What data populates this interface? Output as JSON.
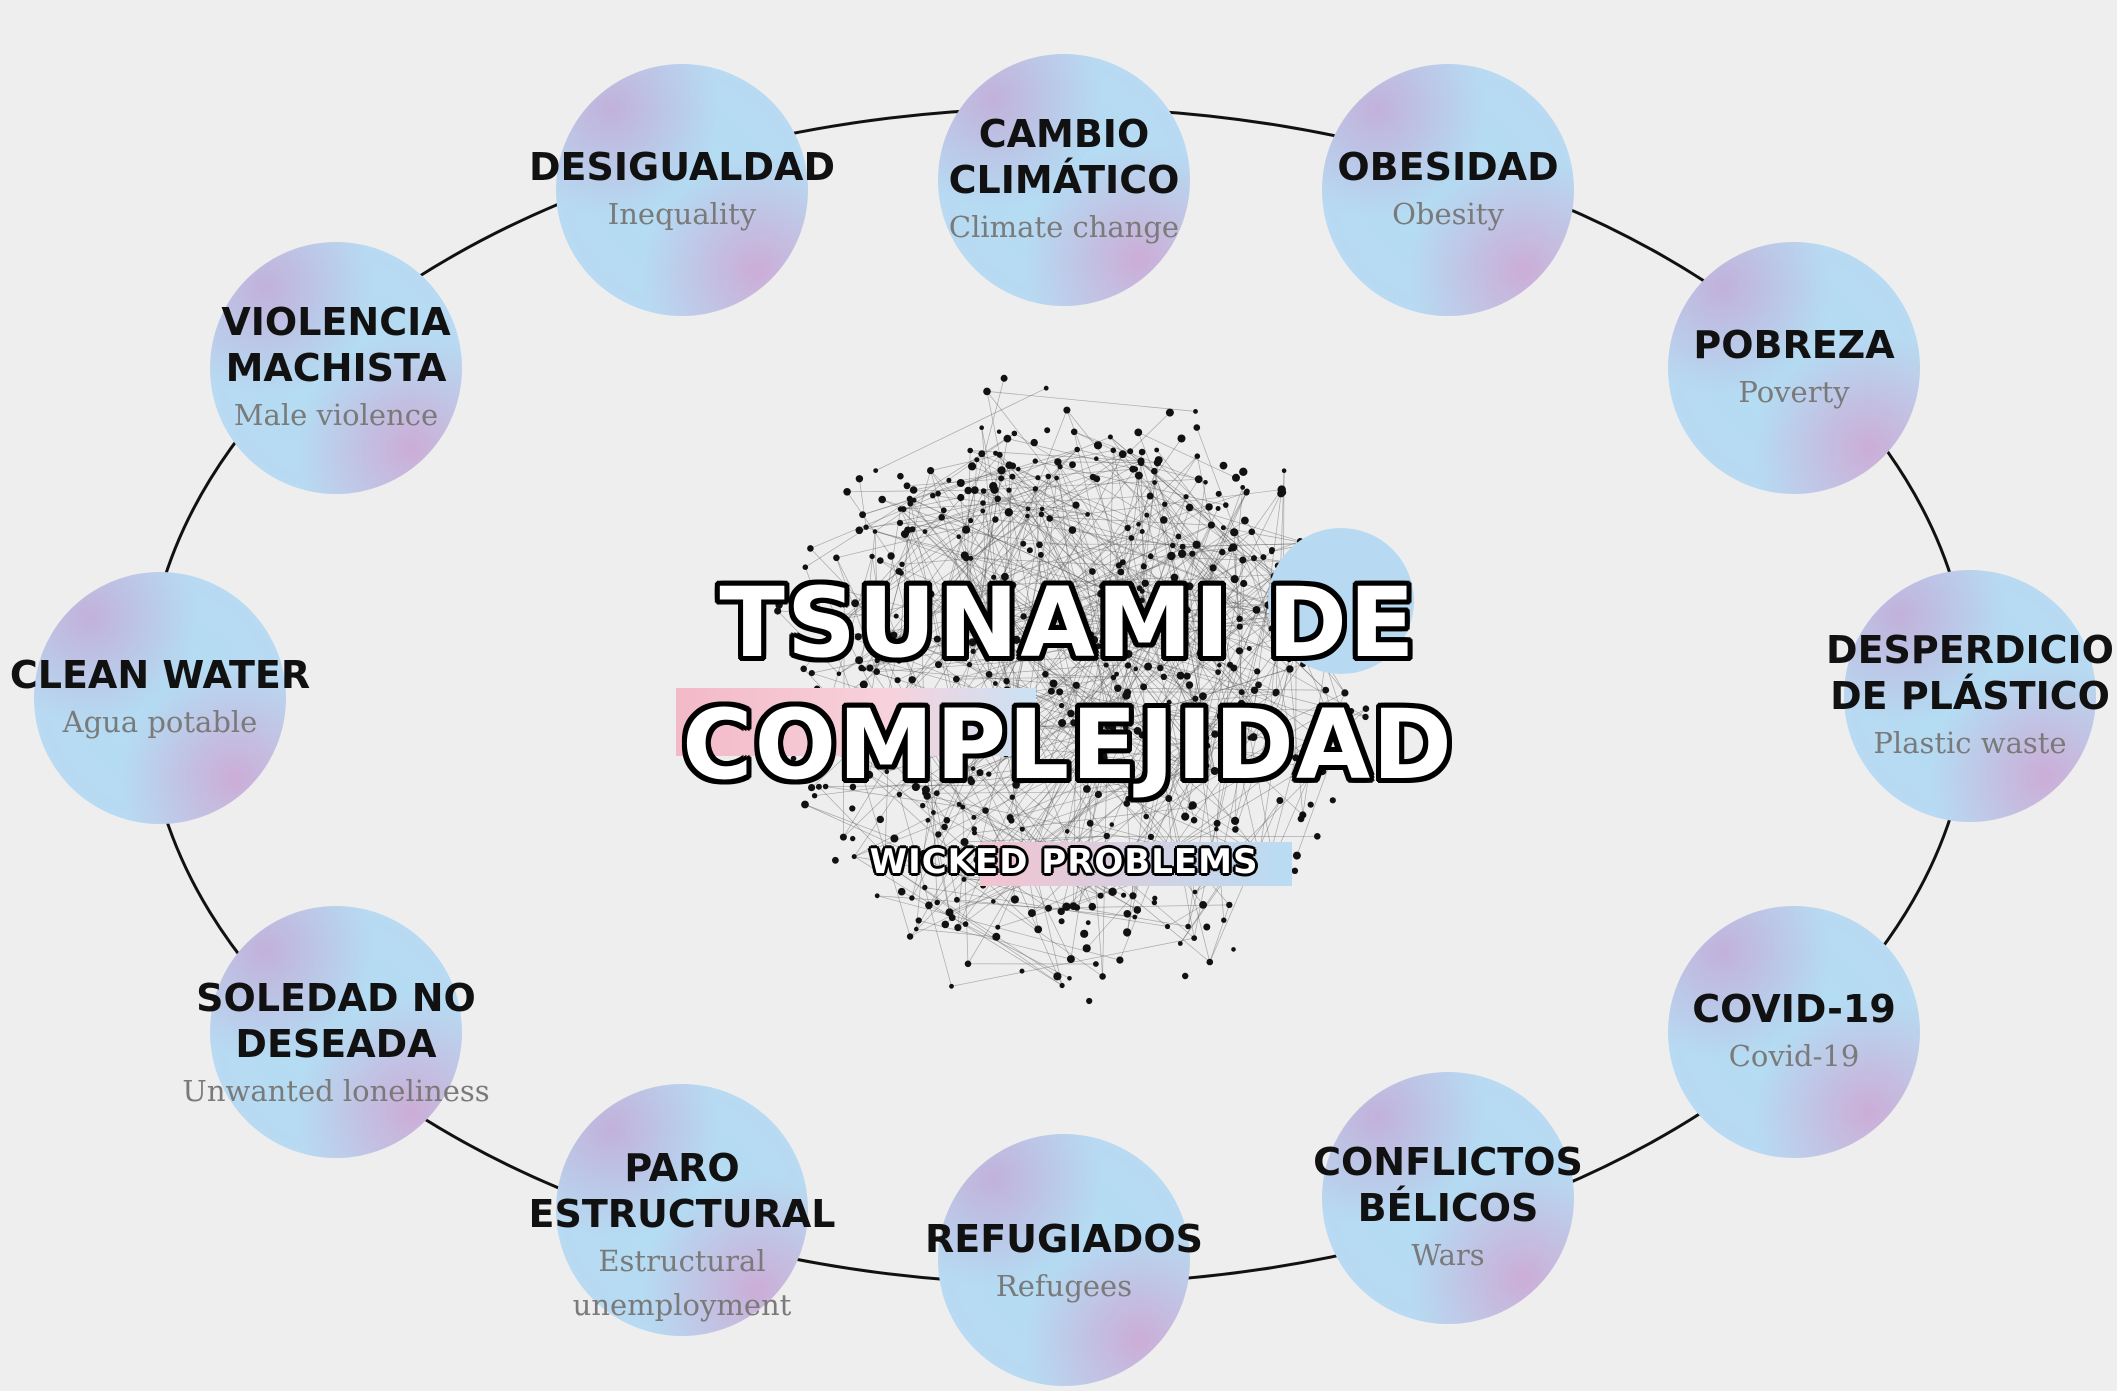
{
  "title": {
    "line1": "TSUNAMI DE",
    "line2": "COMPLEJIDAD",
    "subtitle": "WICKED PROBLEMS"
  },
  "colors": {
    "background": "#eeeeee",
    "circle_blue": "#b3dcf3",
    "circle_violet": "#c8a8d8",
    "accent_pink": "#f3b9c8",
    "accent_blue": "#b3dcf3",
    "text_main": "#111111",
    "text_sub": "#7a7a7a"
  },
  "problems": [
    {
      "es": "CAMBIO\nCLIMÁTICO",
      "en": "Climate change"
    },
    {
      "es": "OBESIDAD",
      "en": "Obesity"
    },
    {
      "es": "POBREZA",
      "en": "Poverty"
    },
    {
      "es": "DESPERDICIO\nDE PLÁSTICO",
      "en": "Plastic waste"
    },
    {
      "es": "COVID-19",
      "en": "Covid-19"
    },
    {
      "es": "CONFLICTOS\nBÉLICOS",
      "en": "Wars"
    },
    {
      "es": "REFUGIADOS",
      "en": "Refugees"
    },
    {
      "es": "PARO\nESTRUCTURAL",
      "en": "Estructural\nunemployment"
    },
    {
      "es": "SOLEDAD NO\nDESEADA",
      "en": "Unwanted loneliness"
    },
    {
      "es": "CLEAN WATER",
      "en": "Agua potable"
    },
    {
      "es": "VIOLENCIA\nMACHISTA",
      "en": "Male violence"
    },
    {
      "es": "DESIGUALDAD",
      "en": "Inequality"
    }
  ]
}
